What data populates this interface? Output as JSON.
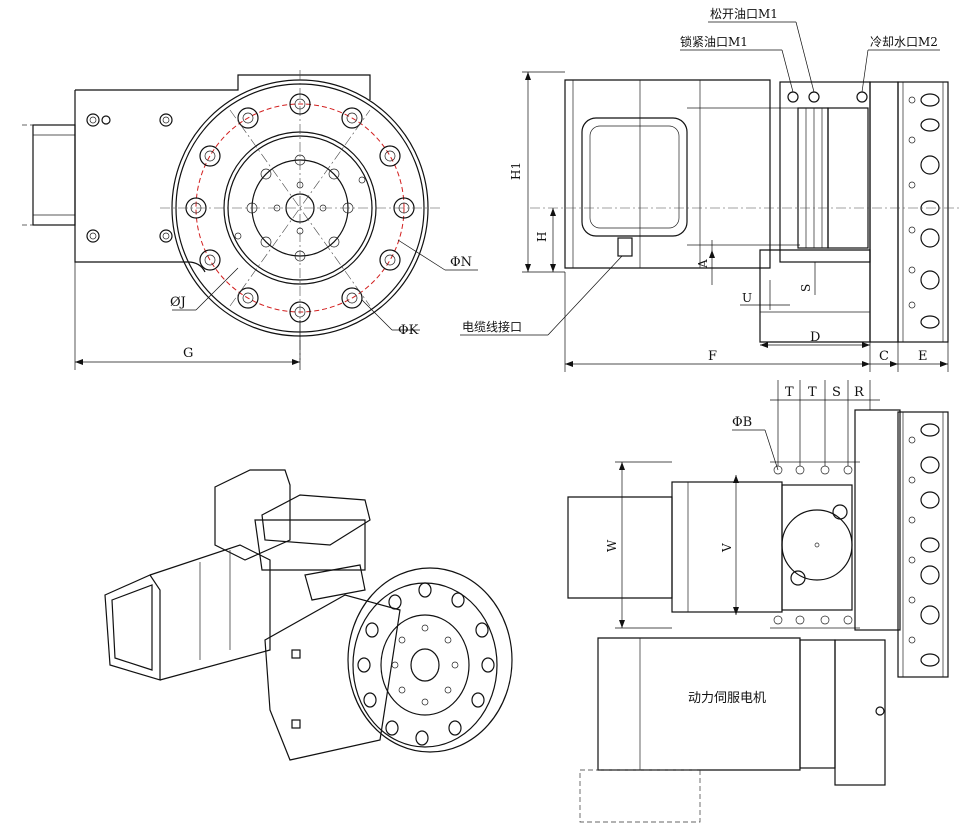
{
  "front_view": {
    "labels": {
      "phi_n": "ΦN",
      "phi_j": "ØJ",
      "phi_k": "ΦK",
      "g": "G"
    }
  },
  "side_view": {
    "labels": {
      "loosen_oil_port": "松开油口M1",
      "lock_oil_port": "锁紧油口M1",
      "cooling_water_port": "冷却水口M2",
      "cable_port": "电缆线接口",
      "h1": "H1",
      "h": "H",
      "a": "A",
      "u": "U",
      "d": "D",
      "f": "F",
      "c": "C",
      "e": "E",
      "s_small": "S"
    }
  },
  "top_view": {
    "labels": {
      "t1": "T",
      "t2": "T",
      "s": "S",
      "r": "R",
      "phi_b": "ΦB",
      "w": "W",
      "v": "V",
      "motor": "动力伺服电机"
    }
  },
  "colors": {
    "line": "#111111",
    "bolt_circle": "#d21f1f",
    "background": "#ffffff"
  }
}
